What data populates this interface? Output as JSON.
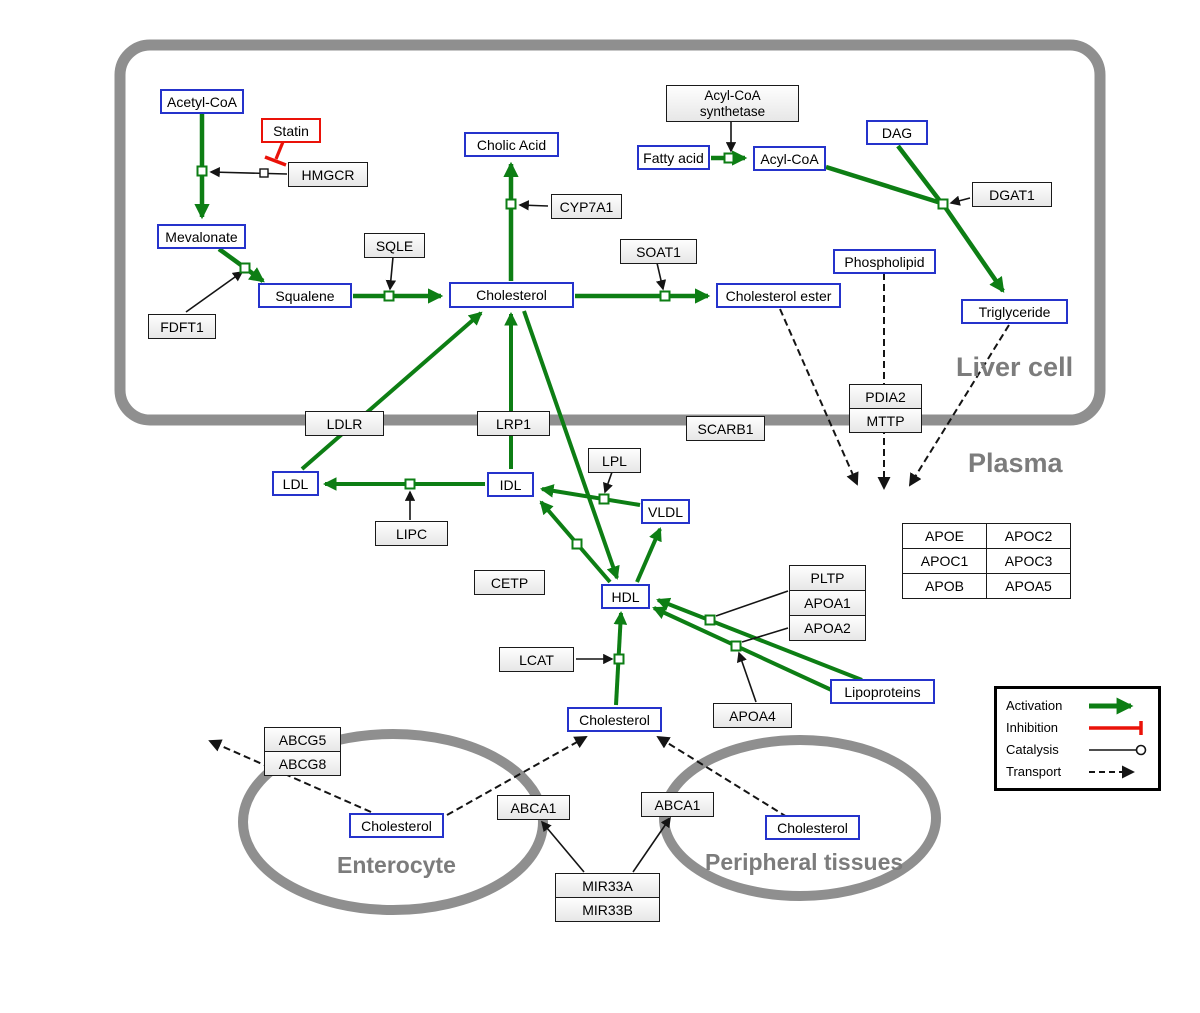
{
  "regions": {
    "liver_cell": "Liver cell",
    "plasma": "Plasma",
    "enterocyte": "Enterocyte",
    "peripheral_tissues": "Peripheral tissues"
  },
  "nodes": {
    "acetyl_coa": "Acetyl-CoA",
    "statin": "Statin",
    "hmgcr": "HMGCR",
    "mevalonate": "Mevalonate",
    "fdft1": "FDFT1",
    "squalene": "Squalene",
    "sqle": "SQLE",
    "cholic_acid": "Cholic Acid",
    "cyp7a1": "CYP7A1",
    "cholesterol_liver": "Cholesterol",
    "soat1": "SOAT1",
    "cholesterol_ester": "Cholesterol ester",
    "acyl_coa_synthetase_line1": "Acyl-CoA",
    "acyl_coa_synthetase_line2": "synthetase",
    "fatty_acid": "Fatty acid",
    "acyl_coa": "Acyl-CoA",
    "dag": "DAG",
    "dgat1": "DGAT1",
    "phospholipid": "Phospholipid",
    "triglyceride": "Triglyceride",
    "ldlr": "LDLR",
    "lrp1": "LRP1",
    "scarb1": "SCARB1",
    "pdia2": "PDIA2",
    "mttp": "MTTP",
    "ldl": "LDL",
    "idl": "IDL",
    "lipc": "LIPC",
    "lpl": "LPL",
    "vldl": "VLDL",
    "cetp": "CETP",
    "hdl": "HDL",
    "lcat": "LCAT",
    "pltp": "PLTP",
    "apoa1": "APOA1",
    "apoa2": "APOA2",
    "apoa4": "APOA4",
    "lipoproteins": "Lipoproteins",
    "cholesterol_plasma": "Cholesterol",
    "abcg5": "ABCG5",
    "abcg8": "ABCG8",
    "cholesterol_enterocyte": "Cholesterol",
    "abca1_enterocyte": "ABCA1",
    "abca1_peripheral": "ABCA1",
    "mir33a": "MIR33A",
    "mir33b": "MIR33B",
    "cholesterol_peripheral": "Cholesterol"
  },
  "apo_table": {
    "rows": [
      [
        "APOE",
        "APOC2"
      ],
      [
        "APOC1",
        "APOC3"
      ],
      [
        "APOB",
        "APOA5"
      ]
    ]
  },
  "legend": {
    "items": [
      {
        "label": "Activation"
      },
      {
        "label": "Inhibition"
      },
      {
        "label": "Catalysis"
      },
      {
        "label": "Transport"
      }
    ]
  },
  "colors": {
    "activation_green": "#0d7e14",
    "inhibition_red": "#ea1209",
    "metabolite_blue": "#2533cb",
    "membrane_gray": "#8f8f8f"
  }
}
